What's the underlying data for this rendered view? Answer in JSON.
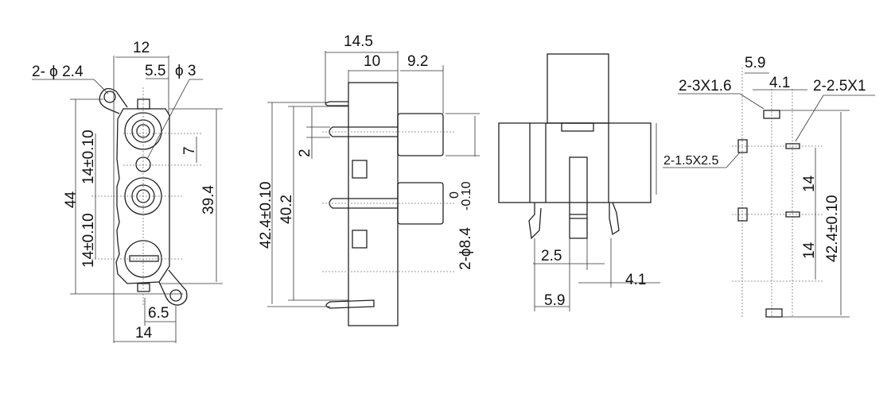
{
  "front_view": {
    "width_12": "12",
    "mount_holes": "2- ϕ 2.4",
    "offset_5_5": "5.5",
    "hole_phi3": "ϕ 3",
    "pitch_top": "14±0.10",
    "pitch_bottom": "14±0.10",
    "spacing_7": "7",
    "height_44": "44",
    "height_39_4": "39.4",
    "offset_6_5": "6.5",
    "width_14": "14"
  },
  "side_view": {
    "depth_14_5": "14.5",
    "depth_10": "10",
    "protrusion_9_2": "9.2",
    "height_42_4": "42.4±0.10",
    "height_40_2": "40.2",
    "pin_2": "2",
    "jack_diameter": "2-ϕ8.4",
    "jack_tolerance_upper": "0",
    "jack_tolerance_lower": "-0.10"
  },
  "bottom_view": {
    "dim_2_5": "2.5",
    "dim_4_1": "4.1",
    "dim_5_9": "5.9"
  },
  "pcb_layout": {
    "dim_5_9": "5.9",
    "dim_4_1": "4.1",
    "slot_3x1_6": "2-3X1.6",
    "slot_2_5x1": "2-2.5X1",
    "slot_1_5x2_5": "2-1.5X2.5",
    "pitch_top": "14",
    "pitch_bottom": "14",
    "total_42_4": "42.4±0.10"
  }
}
